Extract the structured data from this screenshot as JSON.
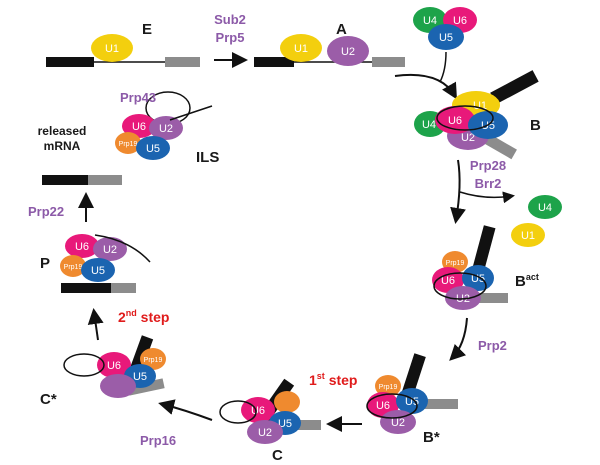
{
  "colors": {
    "u1": "#f3cf0e",
    "u2": "#9b5da8",
    "u4": "#1da34a",
    "u5": "#1b64b0",
    "u6": "#e8197a",
    "prp19": "#ef8a2f",
    "factor_text": "#8c5aa8",
    "step_text": "#e01b1b",
    "exon": "#111111",
    "exon2": "#8c8c8c"
  },
  "stages": {
    "E": "E",
    "A": "A",
    "B": "B",
    "Bact": "B",
    "Bact_sup": "act",
    "Bstar": "B*",
    "C": "C",
    "Cstar": "C*",
    "P": "P",
    "ILS": "ILS"
  },
  "factors": {
    "sub2": "Sub2",
    "prp5": "Prp5",
    "prp28": "Prp28",
    "brr2": "Brr2",
    "prp2": "Prp2",
    "prp16": "Prp16",
    "prp22": "Prp22",
    "prp43": "Prp43"
  },
  "steps": {
    "first_num": "1",
    "first_sup": "st",
    "first_word": " step",
    "second_num": "2",
    "second_sup": "nd",
    "second_word": " step"
  },
  "released": {
    "line1": "released",
    "line2": "mRNA"
  },
  "snrnas": {
    "u1": "U1",
    "u2": "U2",
    "u4": "U4",
    "u5": "U5",
    "u6": "U6",
    "prp19": "Prp19"
  }
}
